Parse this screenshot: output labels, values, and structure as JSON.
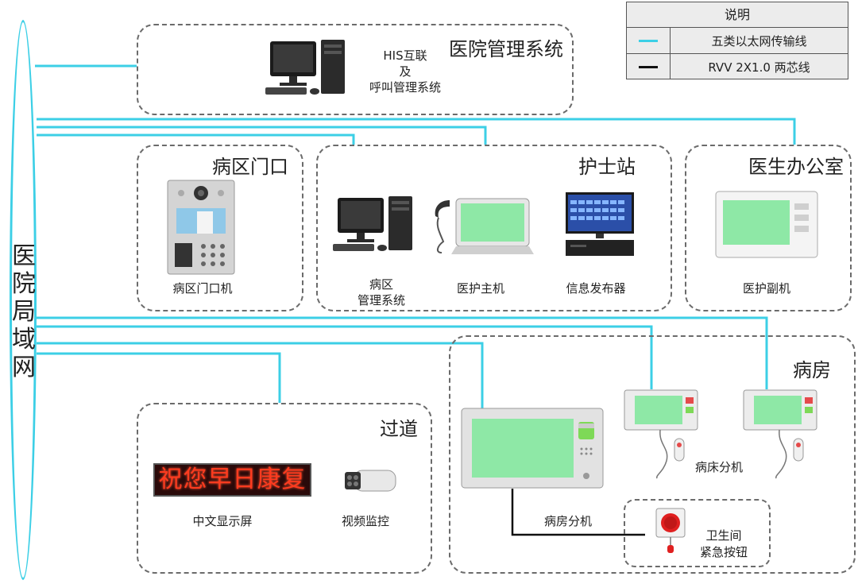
{
  "legend": {
    "title": "说明",
    "rows": [
      {
        "label": "五类以太网传输线",
        "color": "#3ccfe6"
      },
      {
        "label": "RVV 2X1.0 两芯线",
        "color": "#111111"
      }
    ]
  },
  "lan": {
    "label": "医院局域网"
  },
  "zones": {
    "hospital_management": {
      "title": "医院管理系统",
      "device_label_1": "HIS互联",
      "device_label_2": "及",
      "device_label_3": "呼叫管理系统"
    },
    "ward_entrance": {
      "title": "病区门口",
      "device_label": "病区门口机"
    },
    "nurse_station": {
      "title": "护士站",
      "device_labels": [
        "病区",
        "管理系统",
        "医护主机",
        "信息发布器"
      ]
    },
    "doctor_office": {
      "title": "医生办公室",
      "device_label": "医护副机"
    },
    "corridor": {
      "title": "过道",
      "led_text": "祝您早日康复",
      "display_label": "中文显示屏",
      "camera_label": "视频监控"
    },
    "ward_room": {
      "title": "病房",
      "bed_unit_label": "病床分机",
      "room_unit_label": "病房分机",
      "bathroom_label_1": "卫生间",
      "bathroom_label_2": "紧急按钮"
    }
  },
  "colors": {
    "ethernet": "#3ccfe6",
    "rvv": "#111111",
    "dash": "#6b6b6b"
  }
}
